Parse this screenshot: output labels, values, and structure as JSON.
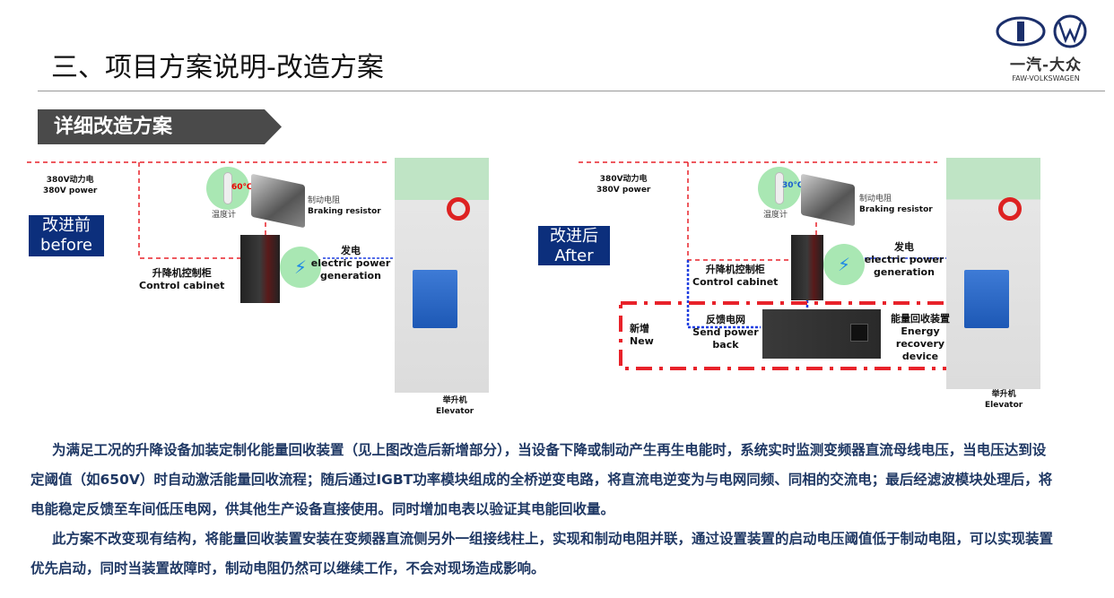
{
  "header": {
    "title": "三、项目方案说明-改造方案",
    "logo_cn": "一汽-大众",
    "logo_en": "FAW-VOLKSWAGEN"
  },
  "banner": {
    "label": "详细改造方案"
  },
  "before": {
    "tag_cn": "改进前",
    "tag_en": "before",
    "power_cn": "380V动力电",
    "power_en": "380V power",
    "temp": "60℃",
    "thermometer": "温度计",
    "resistor_cn": "制动电阻",
    "resistor_en": "Braking resistor",
    "cabinet_cn": "升降机控制柜",
    "cabinet_en": "Control cabinet",
    "gen_cn": "发电",
    "gen_en1": "electric power",
    "gen_en2": "generation",
    "elevator_cn": "举升机",
    "elevator_en": "Elevator"
  },
  "after": {
    "tag_cn": "改进后",
    "tag_en": "After",
    "power_cn": "380V动力电",
    "power_en": "380V power",
    "temp": "30℃",
    "thermometer": "温度计",
    "resistor_cn": "制动电阻",
    "resistor_en": "Braking resistor",
    "cabinet_cn": "升降机控制柜",
    "cabinet_en": "Control cabinet",
    "gen_cn": "发电",
    "gen_en1": "electric power",
    "gen_en2": "generation",
    "elevator_cn": "举升机",
    "elevator_en": "Elevator",
    "new_cn": "新增",
    "new_en": "New",
    "feedback_cn": "反馈电网",
    "feedback_en1": "Send power",
    "feedback_en2": "back",
    "device_cn": "能量回收装置",
    "device_en1": "Energy",
    "device_en2": "recovery",
    "device_en3": "device"
  },
  "colors": {
    "tag": "#0c2f7c",
    "power_line": "#e8222a",
    "gen_line": "#1f3ee0",
    "text": "#1f3864"
  },
  "body": {
    "p1": "为满足工况的升降设备加装定制化能量回收装置（见上图改造后新增部分），当设备下降或制动产生再生电能时，系统实时监测变频器直流母线电压，当电压达到设定阈值（如650V）时自动激活能量回收流程；随后通过IGBT功率模块组成的全桥逆变电路，将直流电逆变为与电网同频、同相的交流电；最后经滤波模块处理后，将电能稳定反馈至车间低压电网，供其他生产设备直接使用。同时增加电表以验证其电能回收量。",
    "p2": "此方案不改变现有结构，将能量回收装置安装在变频器直流侧另外一组接线柱上，实现和制动电阻并联，通过设置装置的启动电压阈值低于制动电阻，可以实现装置优先启动，同时当装置故障时，制动电阻仍然可以继续工作，不会对现场造成影响。"
  }
}
